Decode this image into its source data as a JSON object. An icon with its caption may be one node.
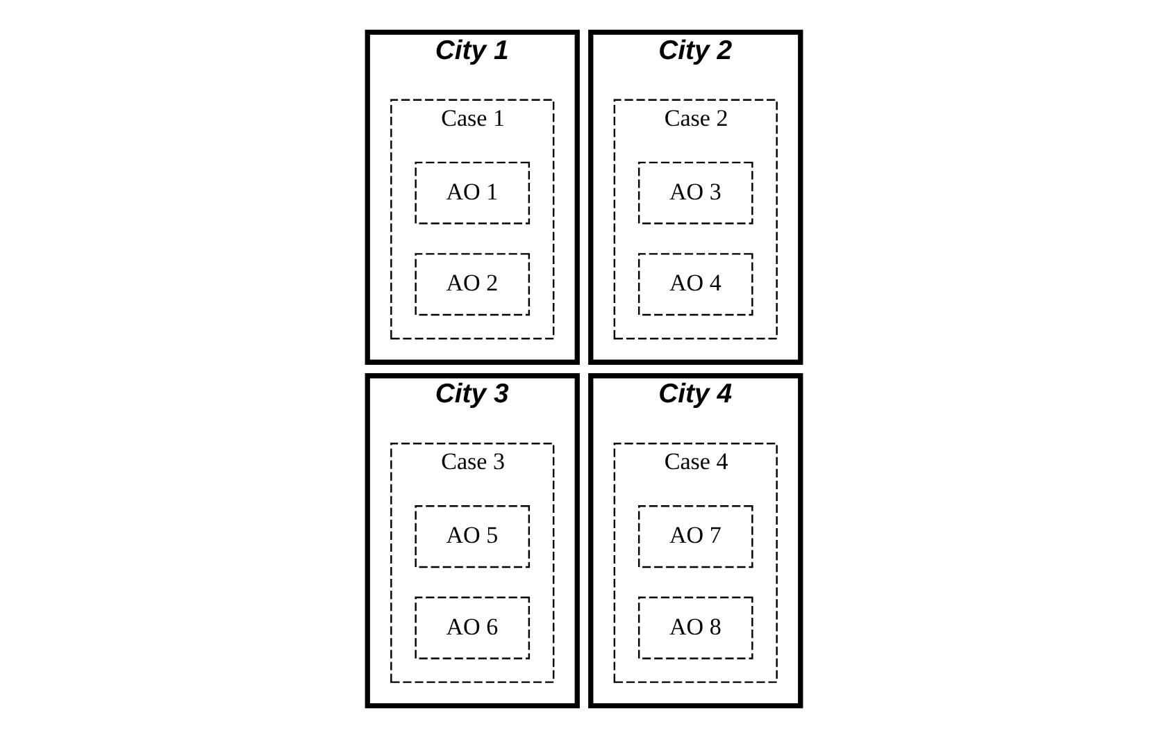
{
  "diagram": {
    "nodes": [
      {
        "text": [
          "City 1"
        ]
      },
      {
        "text": [
          "Case 1"
        ],
        "in": 0
      },
      {
        "text": [
          "AO 1"
        ],
        "in": 1
      },
      {
        "text": [
          "AO 2"
        ],
        "in": 1
      },
      {
        "text": [
          "City 2"
        ]
      },
      {
        "text": [
          "Case 2"
        ],
        "in": 4
      },
      {
        "text": [
          "AO 3"
        ],
        "in": 5
      },
      {
        "text": [
          "AO 4"
        ],
        "in": 5
      },
      {
        "text": [
          "City 3"
        ]
      },
      {
        "text": [
          "Case 3"
        ],
        "in": 8
      },
      {
        "text": [
          "AO 5"
        ],
        "in": 9
      },
      {
        "text": [
          "AO 6"
        ],
        "in": 9
      },
      {
        "text": [
          "City 4"
        ]
      },
      {
        "text": [
          "Case 4"
        ],
        "in": 12
      },
      {
        "text": [
          "AO 7"
        ],
        "in": 13
      },
      {
        "text": [
          "AO 8"
        ],
        "in": 13
      }
    ]
  }
}
